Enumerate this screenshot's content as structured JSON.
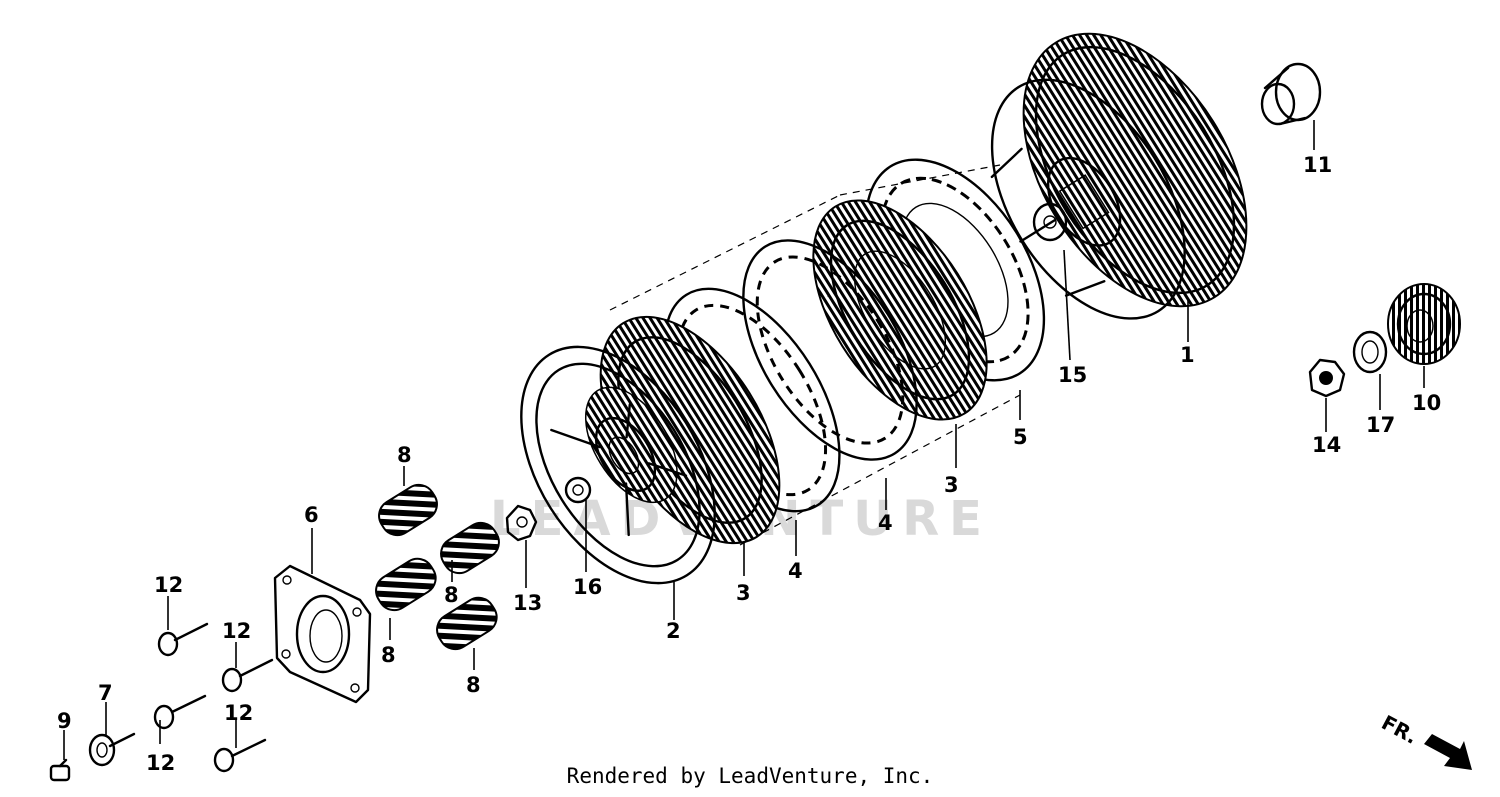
{
  "watermark": "LEADVENTURE",
  "direction_marker": {
    "label": "FR."
  },
  "credit": "Rendered by LeadVenture, Inc.",
  "callouts": {
    "c1": "1",
    "c2": "2",
    "c3a": "3",
    "c3b": "3",
    "c4a": "4",
    "c4b": "4",
    "c5": "5",
    "c6": "6",
    "c7": "7",
    "c8a": "8",
    "c8b": "8",
    "c8c": "8",
    "c8d": "8",
    "c9": "9",
    "c10": "10",
    "c11": "11",
    "c12a": "12",
    "c12b": "12",
    "c12c": "12",
    "c12d": "12",
    "c13": "13",
    "c14": "14",
    "c15": "15",
    "c16": "16",
    "c17": "17"
  }
}
